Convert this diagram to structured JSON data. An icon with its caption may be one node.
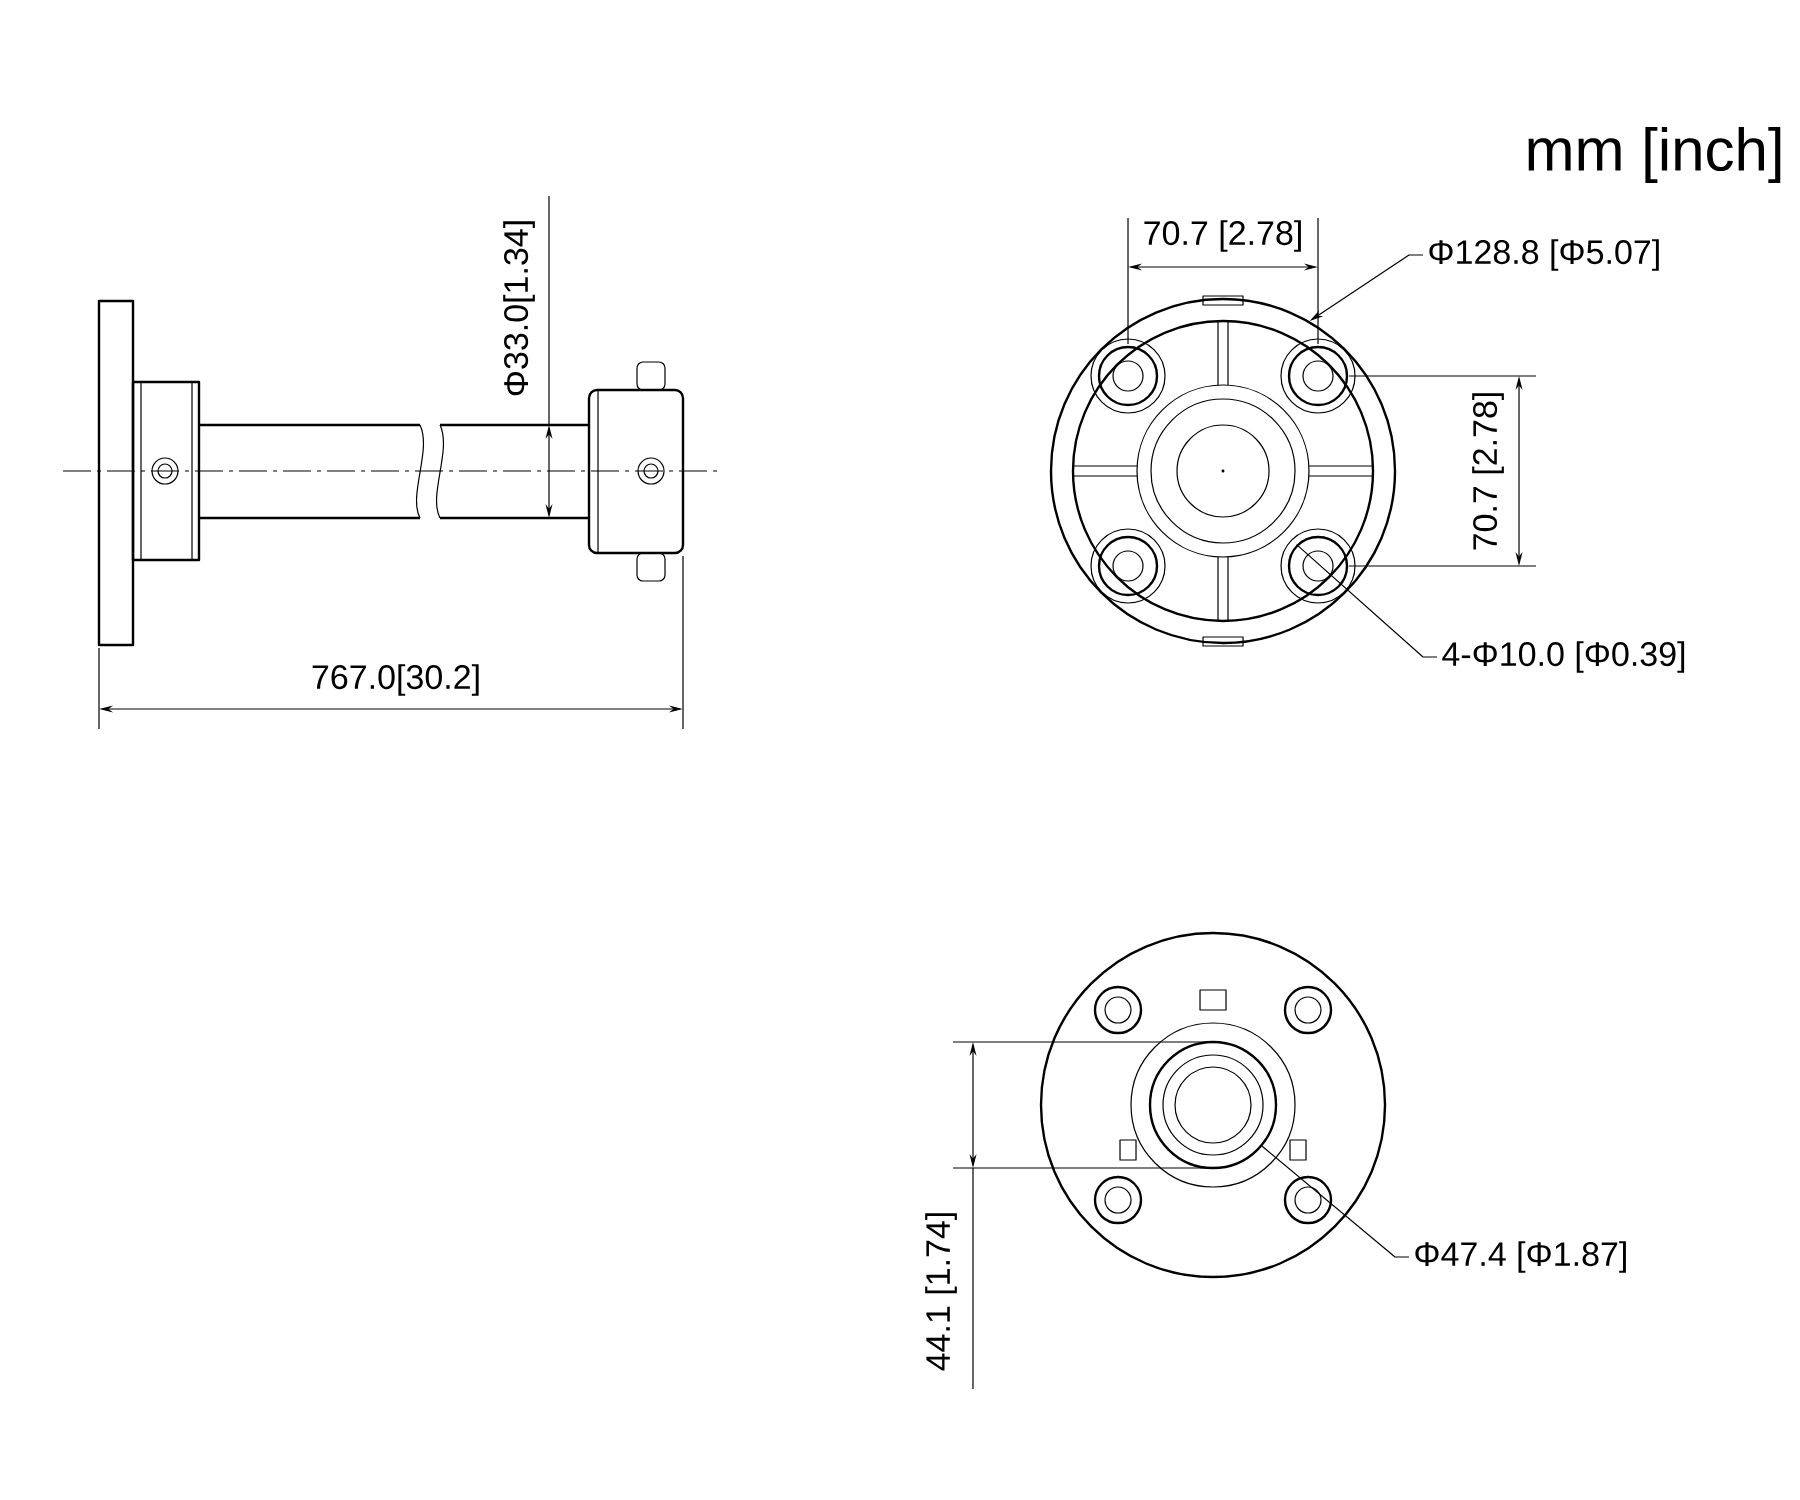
{
  "diagram": {
    "nodes": [
      {
        "text": [
          "Φ128.8 [Φ5.07]"
        ]
      },
      {
        "text": [],
        "shape": "circle"
      },
      {
        "text": [
          "4-Φ10.0 [Φ0.39]"
        ]
      },
      {
        "text": [],
        "shape": "circle",
        "in": 1
      },
      {
        "text": [
          "Φ47.4 [Φ1.87]"
        ]
      },
      {
        "text": [],
        "shape": "circle"
      }
    ],
    "edges": [
      {
        "from": 0,
        "to": 1,
        "arrow": "to"
      },
      {
        "from": 2,
        "to": 3,
        "arrow": "none"
      },
      {
        "from": 4,
        "to": 5,
        "arrow": "none"
      }
    ],
    "labels": [
      "mm [inch]",
      "Φ33.0[1.34]",
      "767.0[30.2]",
      "70.7 [2.78]",
      "70.7 [2.78]",
      "44.1 [1.74]"
    ]
  }
}
